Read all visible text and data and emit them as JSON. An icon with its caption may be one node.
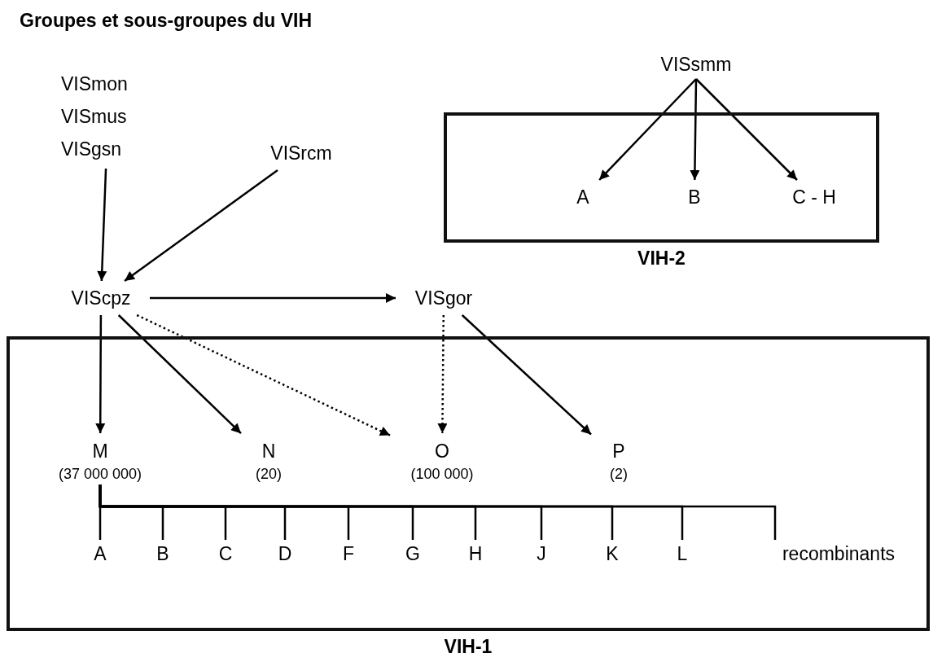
{
  "diagram": {
    "title": "Groupes et sous-groupes du VIH",
    "nodes": [
      {
        "text": [
          "VIH-2"
        ]
      },
      {
        "text": [
          "VISsmm"
        ]
      },
      {
        "text": [
          "A"
        ],
        "in": 0
      },
      {
        "text": [
          "B"
        ],
        "in": 0
      },
      {
        "text": [
          "C - H"
        ],
        "in": 0
      },
      {
        "text": [
          "VISmon",
          "VISmus",
          "VISgsn"
        ]
      },
      {
        "text": [
          "VISrcm"
        ]
      },
      {
        "text": [
          "VIScpz"
        ]
      },
      {
        "text": [
          "VISgor"
        ]
      },
      {
        "text": [
          "VIH-1"
        ]
      },
      {
        "text": [
          "M",
          "(37 000 000)"
        ],
        "in": 9
      },
      {
        "text": [
          "N",
          "(20)"
        ],
        "in": 9
      },
      {
        "text": [
          "O",
          "(100 000)"
        ],
        "in": 9
      },
      {
        "text": [
          "P",
          "(2)"
        ],
        "in": 9
      },
      {
        "text": [
          "A"
        ],
        "in": 9
      },
      {
        "text": [
          "B"
        ],
        "in": 9
      },
      {
        "text": [
          "C"
        ],
        "in": 9
      },
      {
        "text": [
          "D"
        ],
        "in": 9
      },
      {
        "text": [
          "F"
        ],
        "in": 9
      },
      {
        "text": [
          "G"
        ],
        "in": 9
      },
      {
        "text": [
          "H"
        ],
        "in": 9
      },
      {
        "text": [
          "J"
        ],
        "in": 9
      },
      {
        "text": [
          "K"
        ],
        "in": 9
      },
      {
        "text": [
          "L"
        ],
        "in": 9
      },
      {
        "text": [
          "recombinants"
        ],
        "in": 9
      }
    ],
    "edges": [
      {
        "from": 1,
        "to": 2,
        "arrow": "to"
      },
      {
        "from": 1,
        "to": 3,
        "arrow": "to"
      },
      {
        "from": 1,
        "to": 4,
        "arrow": "to"
      },
      {
        "from": 5,
        "to": 7,
        "arrow": "to"
      },
      {
        "from": 6,
        "to": 7,
        "arrow": "to"
      },
      {
        "from": 7,
        "to": 8,
        "arrow": "to"
      },
      {
        "from": 7,
        "to": 10,
        "arrow": "to"
      },
      {
        "from": 7,
        "to": 11,
        "arrow": "to"
      },
      {
        "from": 7,
        "to": 12,
        "arrow": "to",
        "style": "dashed"
      },
      {
        "from": 8,
        "to": 12,
        "arrow": "to",
        "style": "dashed"
      },
      {
        "from": 8,
        "to": 13,
        "arrow": "to"
      },
      {
        "from": 10,
        "to": 14,
        "arrow": "none"
      },
      {
        "from": 10,
        "to": 15,
        "arrow": "none"
      },
      {
        "from": 10,
        "to": 16,
        "arrow": "none"
      },
      {
        "from": 10,
        "to": 17,
        "arrow": "none"
      },
      {
        "from": 10,
        "to": 18,
        "arrow": "none"
      },
      {
        "from": 10,
        "to": 19,
        "arrow": "none"
      },
      {
        "from": 10,
        "to": 20,
        "arrow": "none"
      },
      {
        "from": 10,
        "to": 21,
        "arrow": "none"
      },
      {
        "from": 10,
        "to": 22,
        "arrow": "none"
      },
      {
        "from": 10,
        "to": 23,
        "arrow": "none"
      },
      {
        "from": 10,
        "to": 24,
        "arrow": "none"
      }
    ]
  }
}
